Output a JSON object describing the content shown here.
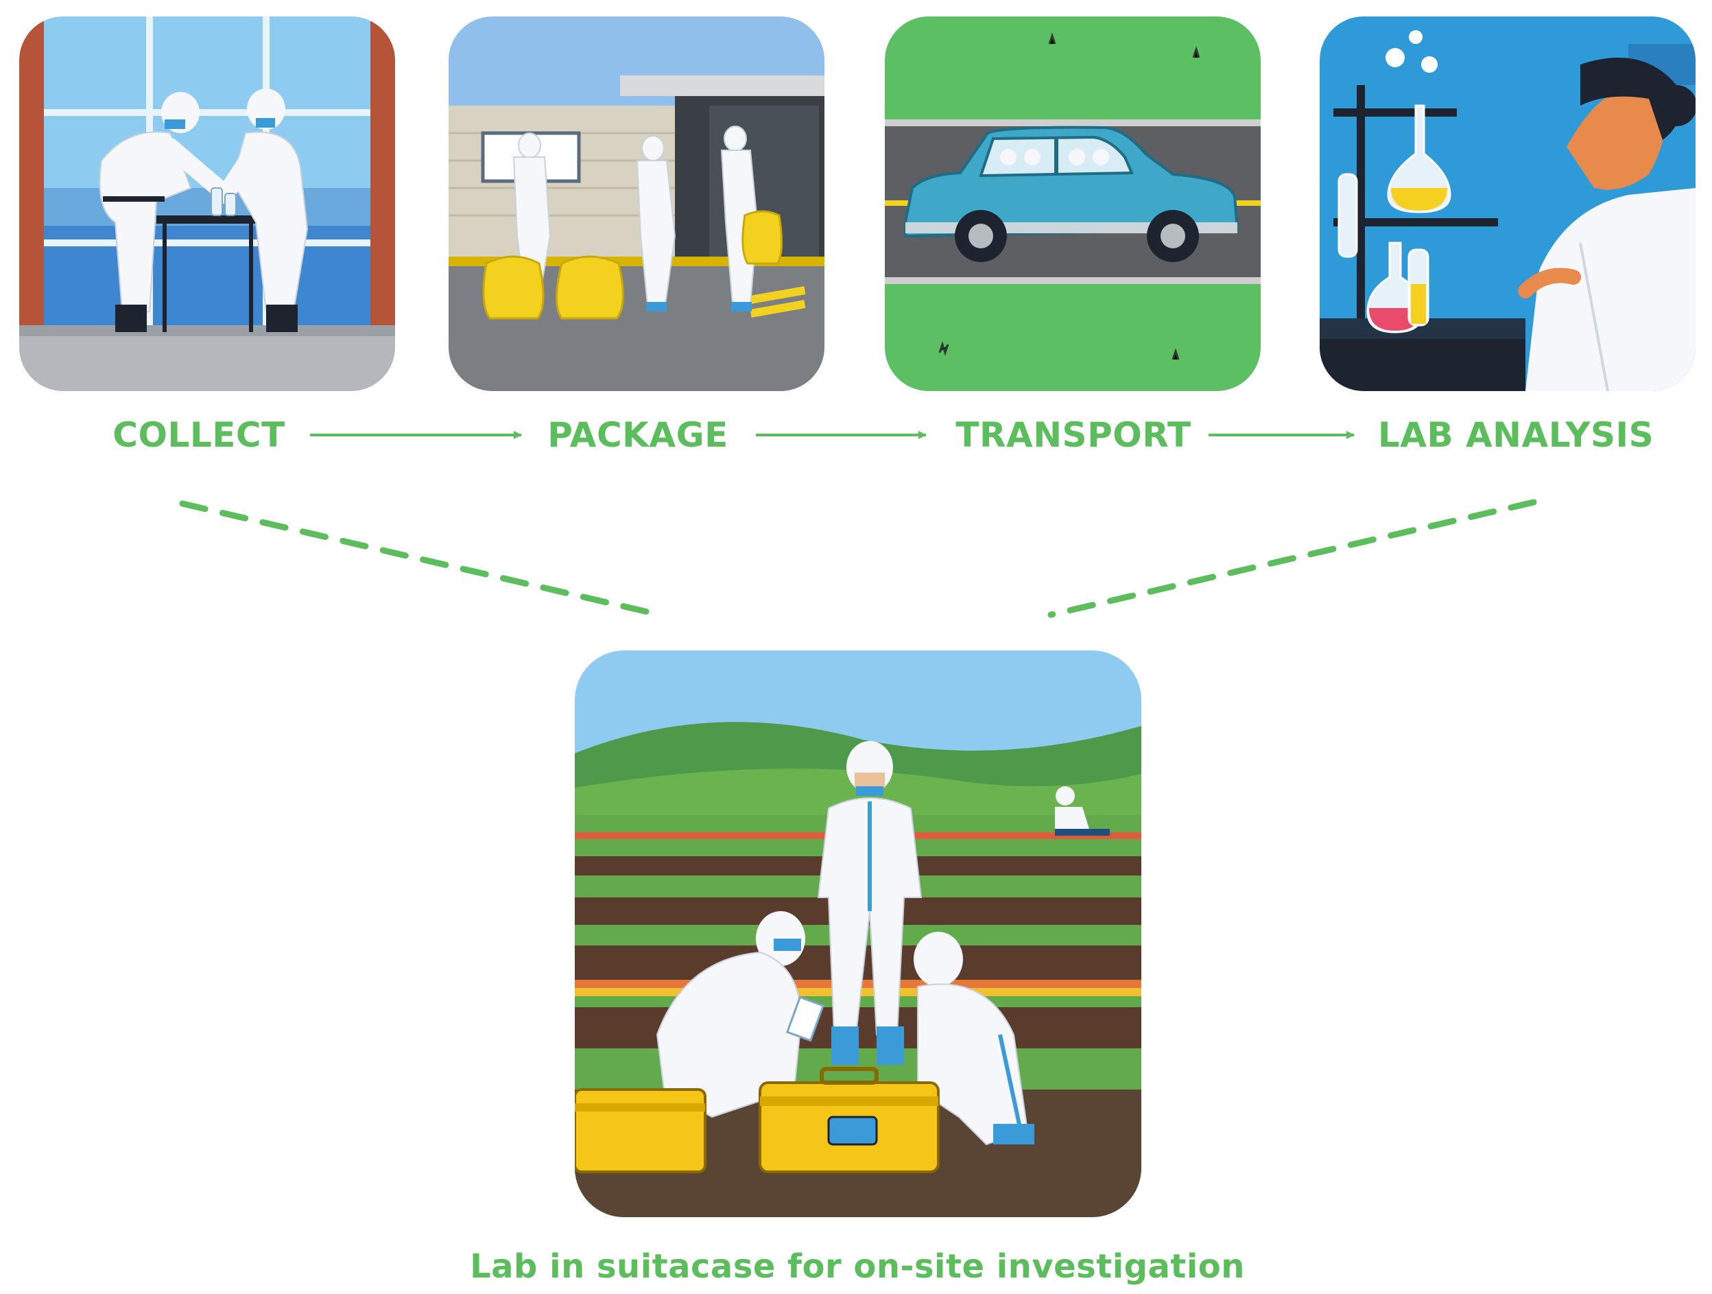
{
  "steps": [
    {
      "label": "COLLECT"
    },
    {
      "label": "PACKAGE"
    },
    {
      "label": "TRANSPORT"
    },
    {
      "label": "LAB ANALYSIS"
    }
  ],
  "caption": "Lab in suitacase for on-site investigation",
  "colors": {
    "label_green": "#5cbd5c",
    "arrow_green": "#5cbd5c",
    "suit_white": "#f5f7fa",
    "accent_blue": "#3a9bd8",
    "bag_yellow": "#f2d21e",
    "case_yellow": "#f5c518",
    "grass_green": "#5cbf63"
  },
  "icons": [
    "collect-scene",
    "package-scene",
    "transport-scene",
    "lab-analysis-scene",
    "field-suitcase-scene"
  ]
}
